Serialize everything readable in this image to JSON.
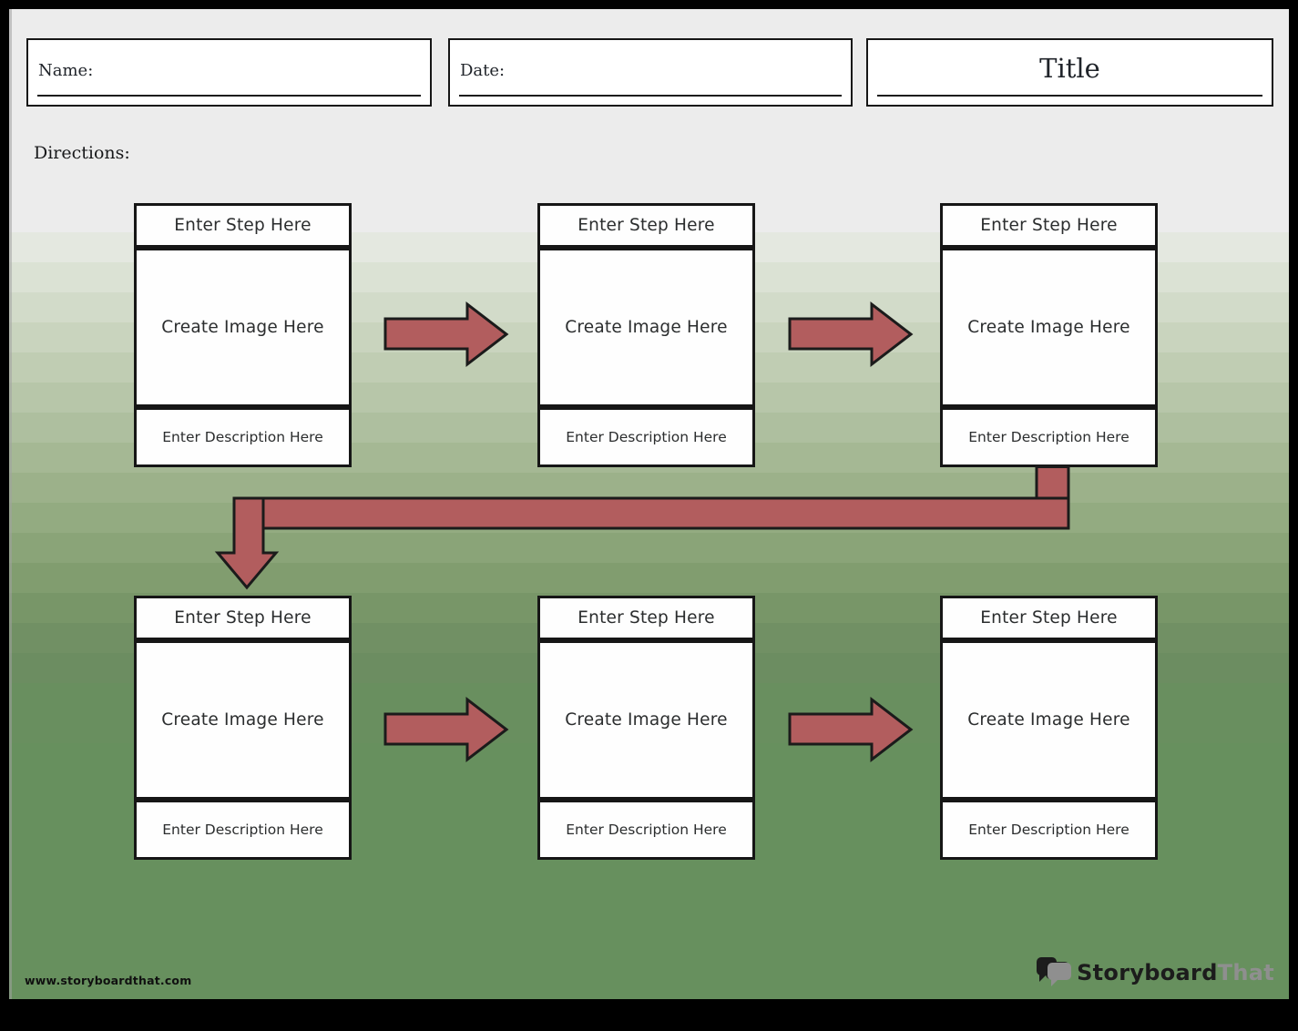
{
  "header": {
    "name_label": "Name:",
    "date_label": "Date:",
    "title": "Title",
    "directions_label": "Directions:"
  },
  "steps": [
    {
      "step": "Enter Step Here",
      "image": "Create Image Here",
      "description": "Enter Description Here"
    },
    {
      "step": "Enter Step Here",
      "image": "Create Image Here",
      "description": "Enter Description Here"
    },
    {
      "step": "Enter Step Here",
      "image": "Create Image Here",
      "description": "Enter Description Here"
    },
    {
      "step": "Enter Step Here",
      "image": "Create Image Here",
      "description": "Enter Description Here"
    },
    {
      "step": "Enter Step Here",
      "image": "Create Image Here",
      "description": "Enter Description Here"
    },
    {
      "step": "Enter Step Here",
      "image": "Create Image Here",
      "description": "Enter Description Here"
    }
  ],
  "footer": {
    "url": "www.storyboardthat.com",
    "logo_part1": "Storyboard",
    "logo_part2": "That"
  },
  "colors": {
    "arrow_fill": "#b25d5e",
    "arrow_outline": "#1b1b1b",
    "box_border": "#161616",
    "background_top": "#ececec",
    "background_bottom": "#67905e",
    "logo_dark": "#1c1c1c",
    "logo_gray": "#8f8f8f"
  }
}
